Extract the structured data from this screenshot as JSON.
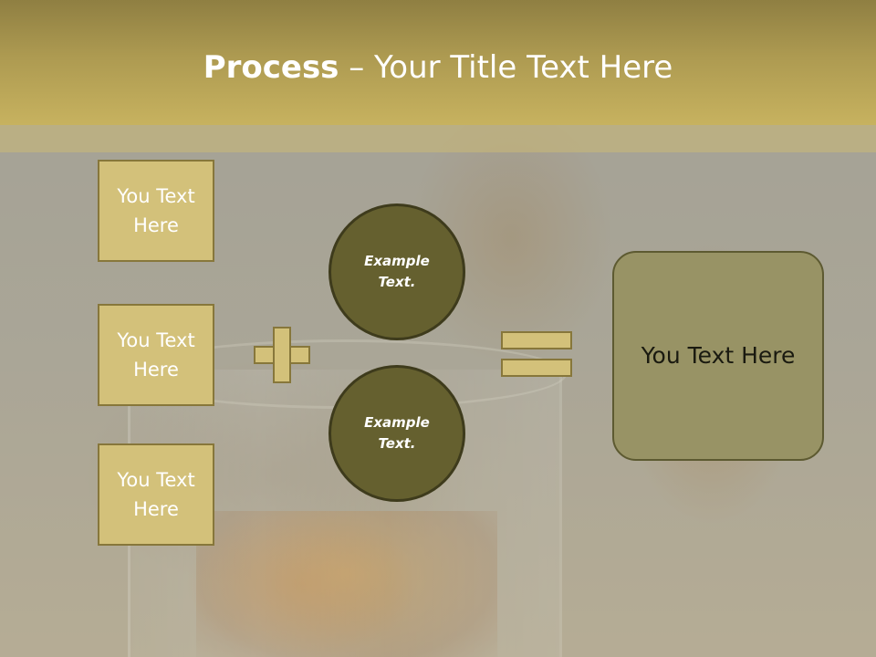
{
  "slide": {
    "title_bold": "Process",
    "title_rest": " – Your Title Text Here",
    "left_boxes": [
      "You Text Here",
      "You Text Here",
      "You Text Here"
    ],
    "circles": [
      "Example Text.",
      "Example Text."
    ],
    "result_text": "You Text Here"
  },
  "colors": {
    "header_gold": "#c7b25f",
    "box_fill": "#d3c17a",
    "circle_fill": "#65602f",
    "result_fill": "#989365"
  }
}
